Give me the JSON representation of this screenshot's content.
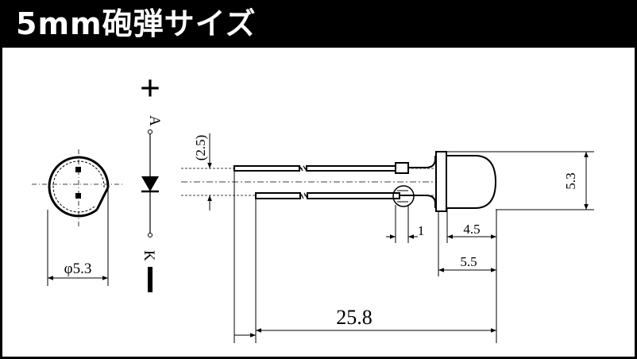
{
  "title": "5mm砲弾サイズ",
  "front_view": {
    "diameter_label": "φ5.3"
  },
  "symbol": {
    "plus": "+",
    "minus": "−",
    "anode_label": "A",
    "cathode_label": "K"
  },
  "side_view": {
    "pitch_label": "(2.5)",
    "height_label": "5.3",
    "lead_notch_label": "1",
    "lens_length_label": "4.5",
    "body_length_label": "5.5",
    "total_length_label": "25.8"
  },
  "colors": {
    "title_background": "#000000",
    "title_text": "#ffffff",
    "line": "#000000"
  }
}
